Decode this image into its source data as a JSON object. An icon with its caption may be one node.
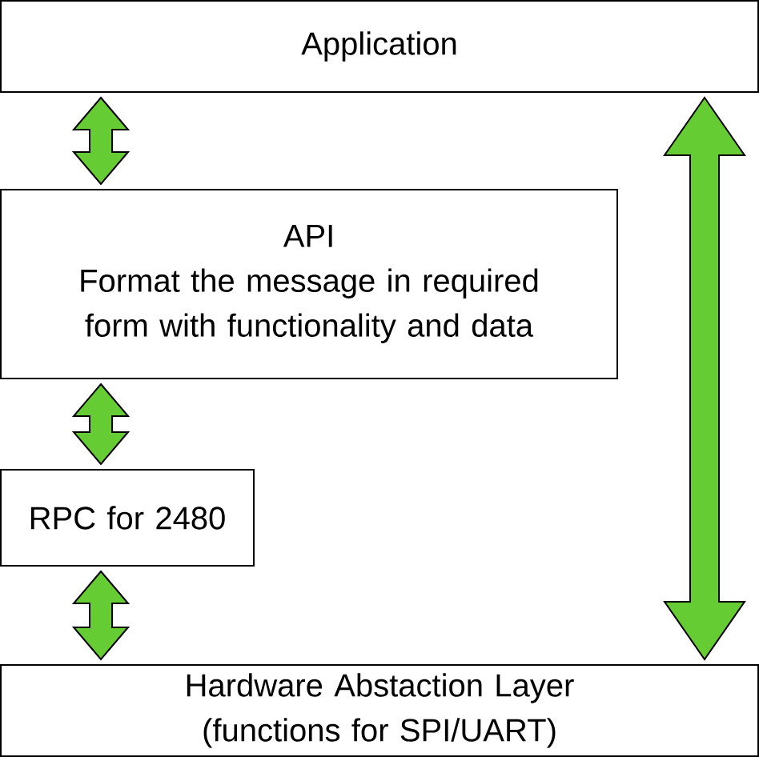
{
  "diagram": {
    "nodes": [
      {
        "text": [
          "Application"
        ]
      },
      {
        "text": [
          "API",
          "Format the message in required form with functionality and data"
        ]
      },
      {
        "text": [
          "RPC for 2480"
        ]
      },
      {
        "text": [
          "Hardware Abstaction Layer (functions for SPI/UART)"
        ]
      }
    ],
    "edges": [
      {
        "from": 0,
        "to": 1,
        "arrow": "both"
      },
      {
        "from": 1,
        "to": 2,
        "arrow": "both"
      },
      {
        "from": 2,
        "to": 3,
        "arrow": "both"
      },
      {
        "from": 0,
        "to": 3,
        "arrow": "both",
        "style": "thick"
      }
    ]
  }
}
